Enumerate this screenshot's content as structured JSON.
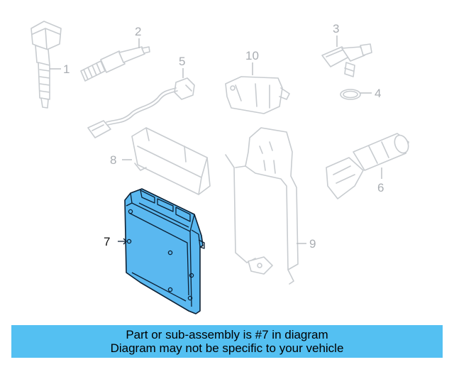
{
  "diagram": {
    "callouts": [
      {
        "id": "1",
        "label": "1"
      },
      {
        "id": "2",
        "label": "2"
      },
      {
        "id": "3",
        "label": "3"
      },
      {
        "id": "4",
        "label": "4"
      },
      {
        "id": "5",
        "label": "5"
      },
      {
        "id": "6",
        "label": "6"
      },
      {
        "id": "7",
        "label": "7"
      },
      {
        "id": "8",
        "label": "8"
      },
      {
        "id": "9",
        "label": "9"
      },
      {
        "id": "10",
        "label": "10"
      }
    ],
    "highlighted_part": "7",
    "highlight_color": "#5ab8f0",
    "muted_color": "#c8ccd0"
  },
  "banner": {
    "line1": "Part or sub-assembly is #7 in diagram",
    "line2": "Diagram may not be specific to your vehicle",
    "color": "#54c0f2"
  }
}
